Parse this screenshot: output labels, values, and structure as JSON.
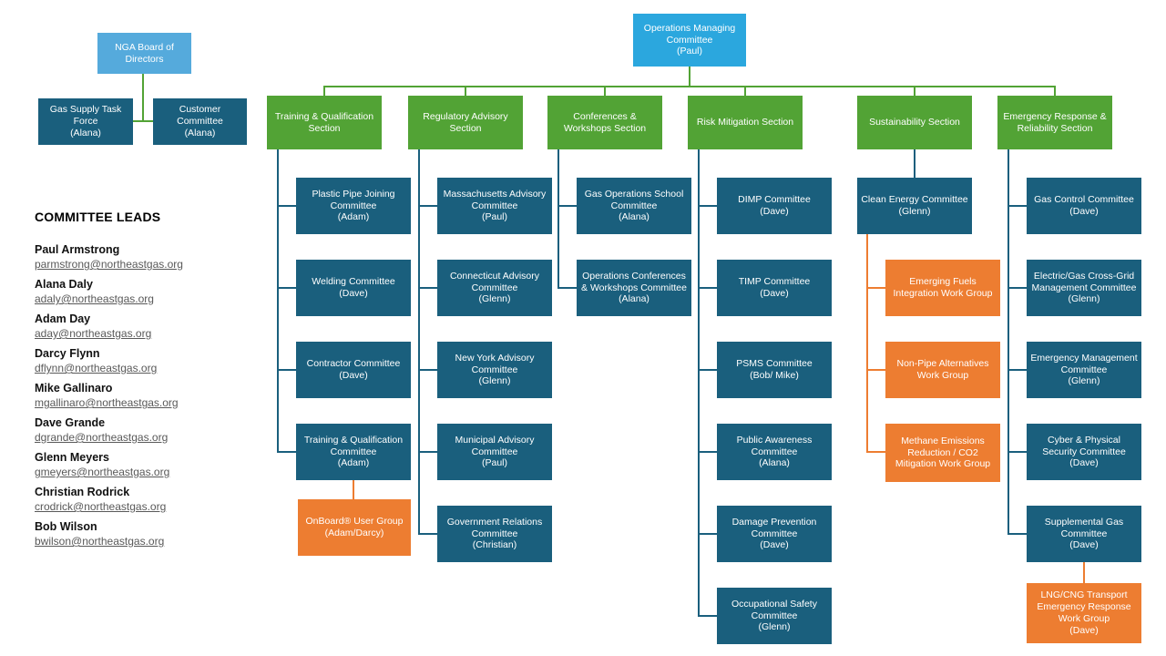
{
  "colors": {
    "root_blue": "#2BA7DE",
    "board_blue": "#55AADC",
    "committee_teal": "#1A5F7D",
    "section_green": "#52A335",
    "workgroup_orange": "#ED7D31"
  },
  "root": {
    "name": "Operations Managing Committee",
    "lead": "(Paul)"
  },
  "board": {
    "name": "NGA Board of Directors",
    "children": [
      {
        "name": "Gas Supply Task Force",
        "lead": "(Alana)"
      },
      {
        "name": "Customer Committee",
        "lead": "(Alana)"
      }
    ]
  },
  "leads_panel": {
    "title": "COMMITTEE LEADS",
    "leads": [
      {
        "name": "Paul Armstrong",
        "email": "parmstrong@northeastgas.org"
      },
      {
        "name": "Alana Daly",
        "email": "adaly@northeastgas.org"
      },
      {
        "name": "Adam Day",
        "email": "aday@northeastgas.org"
      },
      {
        "name": "Darcy Flynn",
        "email": "dflynn@northeastgas.org"
      },
      {
        "name": "Mike Gallinaro",
        "email": "mgallinaro@northeastgas.org"
      },
      {
        "name": "Dave Grande",
        "email": "dgrande@northeastgas.org"
      },
      {
        "name": "Glenn Meyers",
        "email": "gmeyers@northeastgas.org"
      },
      {
        "name": "Christian Rodrick",
        "email": "crodrick@northeastgas.org"
      },
      {
        "name": "Bob Wilson",
        "email": "bwilson@northeastgas.org"
      }
    ]
  },
  "sections": [
    {
      "name": "Training & Qualification Section",
      "committees": [
        {
          "name": "Plastic Pipe Joining Committee",
          "lead": "(Adam)"
        },
        {
          "name": "Welding Committee",
          "lead": "(Dave)"
        },
        {
          "name": "Contractor Committee",
          "lead": "(Dave)"
        },
        {
          "name": "Training & Qualification Committee",
          "lead": "(Adam)"
        },
        {
          "name": "OnBoard® User Group",
          "lead": "(Adam/Darcy)"
        }
      ]
    },
    {
      "name": "Regulatory Advisory Section",
      "committees": [
        {
          "name": "Massachusetts Advisory Committee",
          "lead": "(Paul)"
        },
        {
          "name": "Connecticut Advisory Committee",
          "lead": "(Glenn)"
        },
        {
          "name": "New York Advisory Committee",
          "lead": "(Glenn)"
        },
        {
          "name": "Municipal Advisory Committee",
          "lead": "(Paul)"
        },
        {
          "name": "Government Relations Committee",
          "lead": "(Christian)"
        }
      ]
    },
    {
      "name": "Conferences & Workshops Section",
      "committees": [
        {
          "name": "Gas Operations School Committee",
          "lead": "(Alana)"
        },
        {
          "name": "Operations Conferences & Workshops Committee",
          "lead": "(Alana)"
        }
      ]
    },
    {
      "name": "Risk Mitigation Section",
      "committees": [
        {
          "name": "DIMP Committee",
          "lead": "(Dave)"
        },
        {
          "name": "TIMP Committee",
          "lead": "(Dave)"
        },
        {
          "name": "PSMS Committee",
          "lead": "(Bob/ Mike)"
        },
        {
          "name": "Public Awareness Committee",
          "lead": "(Alana)"
        },
        {
          "name": "Damage Prevention Committee",
          "lead": "(Dave)"
        },
        {
          "name": "Occupational Safety Committee",
          "lead": "(Glenn)"
        }
      ]
    },
    {
      "name": "Sustainability Section",
      "committees": [
        {
          "name": "Clean Energy Committee",
          "lead": "(Glenn)"
        },
        {
          "name": "Emerging Fuels Integration Work Group",
          "lead": ""
        },
        {
          "name": "Non-Pipe Alternatives Work Group",
          "lead": ""
        },
        {
          "name": "Methane Emissions Reduction / CO2 Mitigation Work Group",
          "lead": ""
        }
      ]
    },
    {
      "name": "Emergency Response & Reliability Section",
      "committees": [
        {
          "name": "Gas Control Committee",
          "lead": "(Dave)"
        },
        {
          "name": "Electric/Gas Cross-Grid Management Committee",
          "lead": "(Glenn)"
        },
        {
          "name": "Emergency Management Committee",
          "lead": "(Glenn)"
        },
        {
          "name": "Cyber & Physical Security Committee",
          "lead": "(Dave)"
        },
        {
          "name": "Supplemental Gas Committee",
          "lead": "(Dave)"
        },
        {
          "name": "LNG/CNG Transport Emergency Response Work Group",
          "lead": "(Dave)"
        }
      ]
    }
  ]
}
